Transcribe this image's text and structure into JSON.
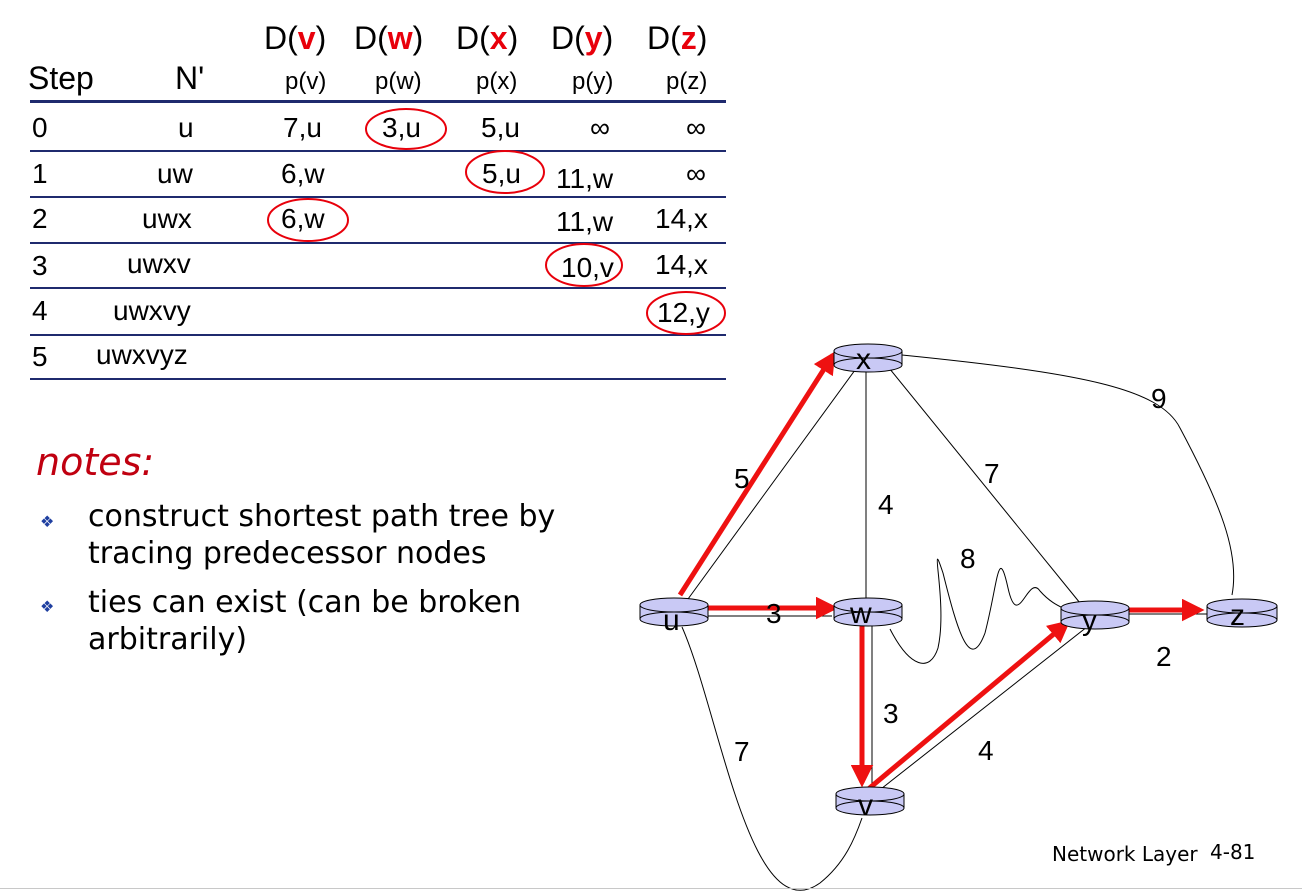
{
  "table": {
    "step_header": "Step",
    "nprime_header": "N'",
    "columns": [
      {
        "d_pre": "D(",
        "node": "v",
        "d_post": ")",
        "p": "p(v)"
      },
      {
        "d_pre": "D(",
        "node": "w",
        "d_post": ")",
        "p": "p(w)"
      },
      {
        "d_pre": "D(",
        "node": "x",
        "d_post": ")",
        "p": "p(x)"
      },
      {
        "d_pre": "D(",
        "node": "y",
        "d_post": ")",
        "p": "p(y)"
      },
      {
        "d_pre": "D(",
        "node": "z",
        "d_post": ")",
        "p": "p(z)"
      }
    ],
    "rows": [
      {
        "step": "0",
        "n": "u",
        "cells": [
          "7,u",
          "3,u",
          "5,u",
          "∞",
          "∞"
        ]
      },
      {
        "step": "1",
        "n": "uw",
        "cells": [
          "6,w",
          "",
          "5,u",
          "11,w",
          "∞"
        ]
      },
      {
        "step": "2",
        "n": "uwx",
        "cells": [
          "6,w",
          "",
          "",
          "11,w",
          "14,x"
        ]
      },
      {
        "step": "3",
        "n": "uwxv",
        "cells": [
          "",
          "",
          "",
          "10,v",
          "14,x"
        ]
      },
      {
        "step": "4",
        "n": "uwxvy",
        "cells": [
          "",
          "",
          "",
          "",
          "12,y"
        ]
      },
      {
        "step": "5",
        "n": "uwxvyz",
        "cells": [
          "",
          "",
          "",
          "",
          ""
        ]
      }
    ],
    "circled": [
      "0-1",
      "1-2",
      "2-0",
      "3-3",
      "4-4"
    ],
    "circle_color": "#e8000b"
  },
  "notes": {
    "title": "notes:",
    "bullets": [
      "construct shortest path tree by tracing predecessor nodes",
      "ties can exist (can be broken arbitrarily)"
    ],
    "bullet_icon": "diamond-bullet-icon"
  },
  "graph": {
    "nodes": [
      "u",
      "v",
      "w",
      "x",
      "y",
      "z"
    ],
    "edges": [
      {
        "a": "u",
        "b": "x",
        "w": "5"
      },
      {
        "a": "u",
        "b": "w",
        "w": "3"
      },
      {
        "a": "u",
        "b": "v",
        "w": "7"
      },
      {
        "a": "x",
        "b": "w",
        "w": "4"
      },
      {
        "a": "x",
        "b": "y",
        "w": "7"
      },
      {
        "a": "x",
        "b": "z",
        "w": "9"
      },
      {
        "a": "w",
        "b": "y",
        "w": "8"
      },
      {
        "a": "w",
        "b": "v",
        "w": "3"
      },
      {
        "a": "v",
        "b": "y",
        "w": "4"
      },
      {
        "a": "y",
        "b": "z",
        "w": "2"
      }
    ],
    "tree_edges": [
      "u-x",
      "u-w",
      "w-v",
      "v-y",
      "y-z"
    ],
    "tree_color": "#ee1111",
    "router_color": "#c9c9f5"
  },
  "footer": {
    "section": "Network Layer",
    "page": "4-81"
  }
}
